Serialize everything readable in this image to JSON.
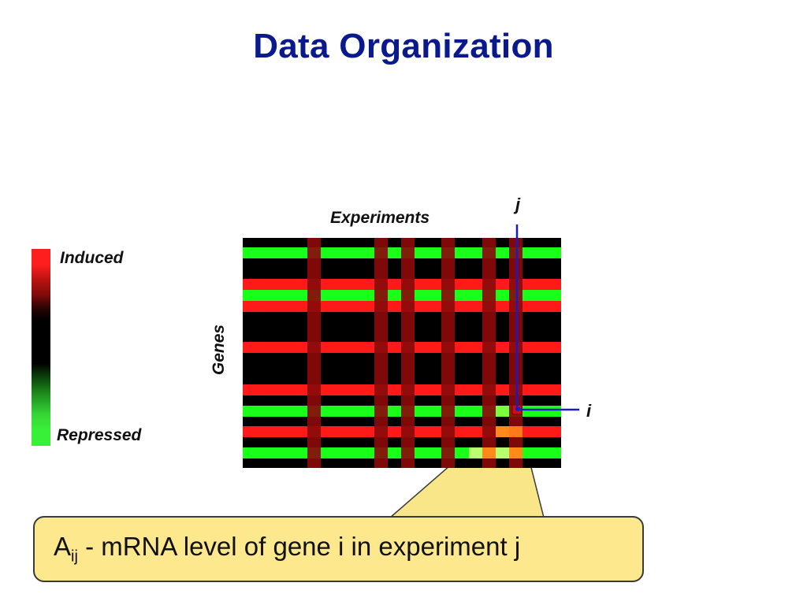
{
  "slide": {
    "title": "Data Organization"
  },
  "legend": {
    "top_label": "Induced",
    "bottom_label": "Repressed"
  },
  "matrix": {
    "column_axis_label": "Experiments",
    "row_axis_label": "Genes",
    "column_index_label": "j",
    "row_index_label": "i"
  },
  "callout": {
    "symbol": "A",
    "subscript": "ij",
    "text": "- mRNA level of gene i in experiment j"
  },
  "colors": {
    "induced": "#ff1a1a",
    "repressed": "#1aff1a",
    "neutral": "#000000",
    "highlight_column": "#8a0a0a",
    "pointer_lines": "#1a1acc",
    "callout_fill": "#fde88e",
    "title": "#0a1a8c"
  }
}
